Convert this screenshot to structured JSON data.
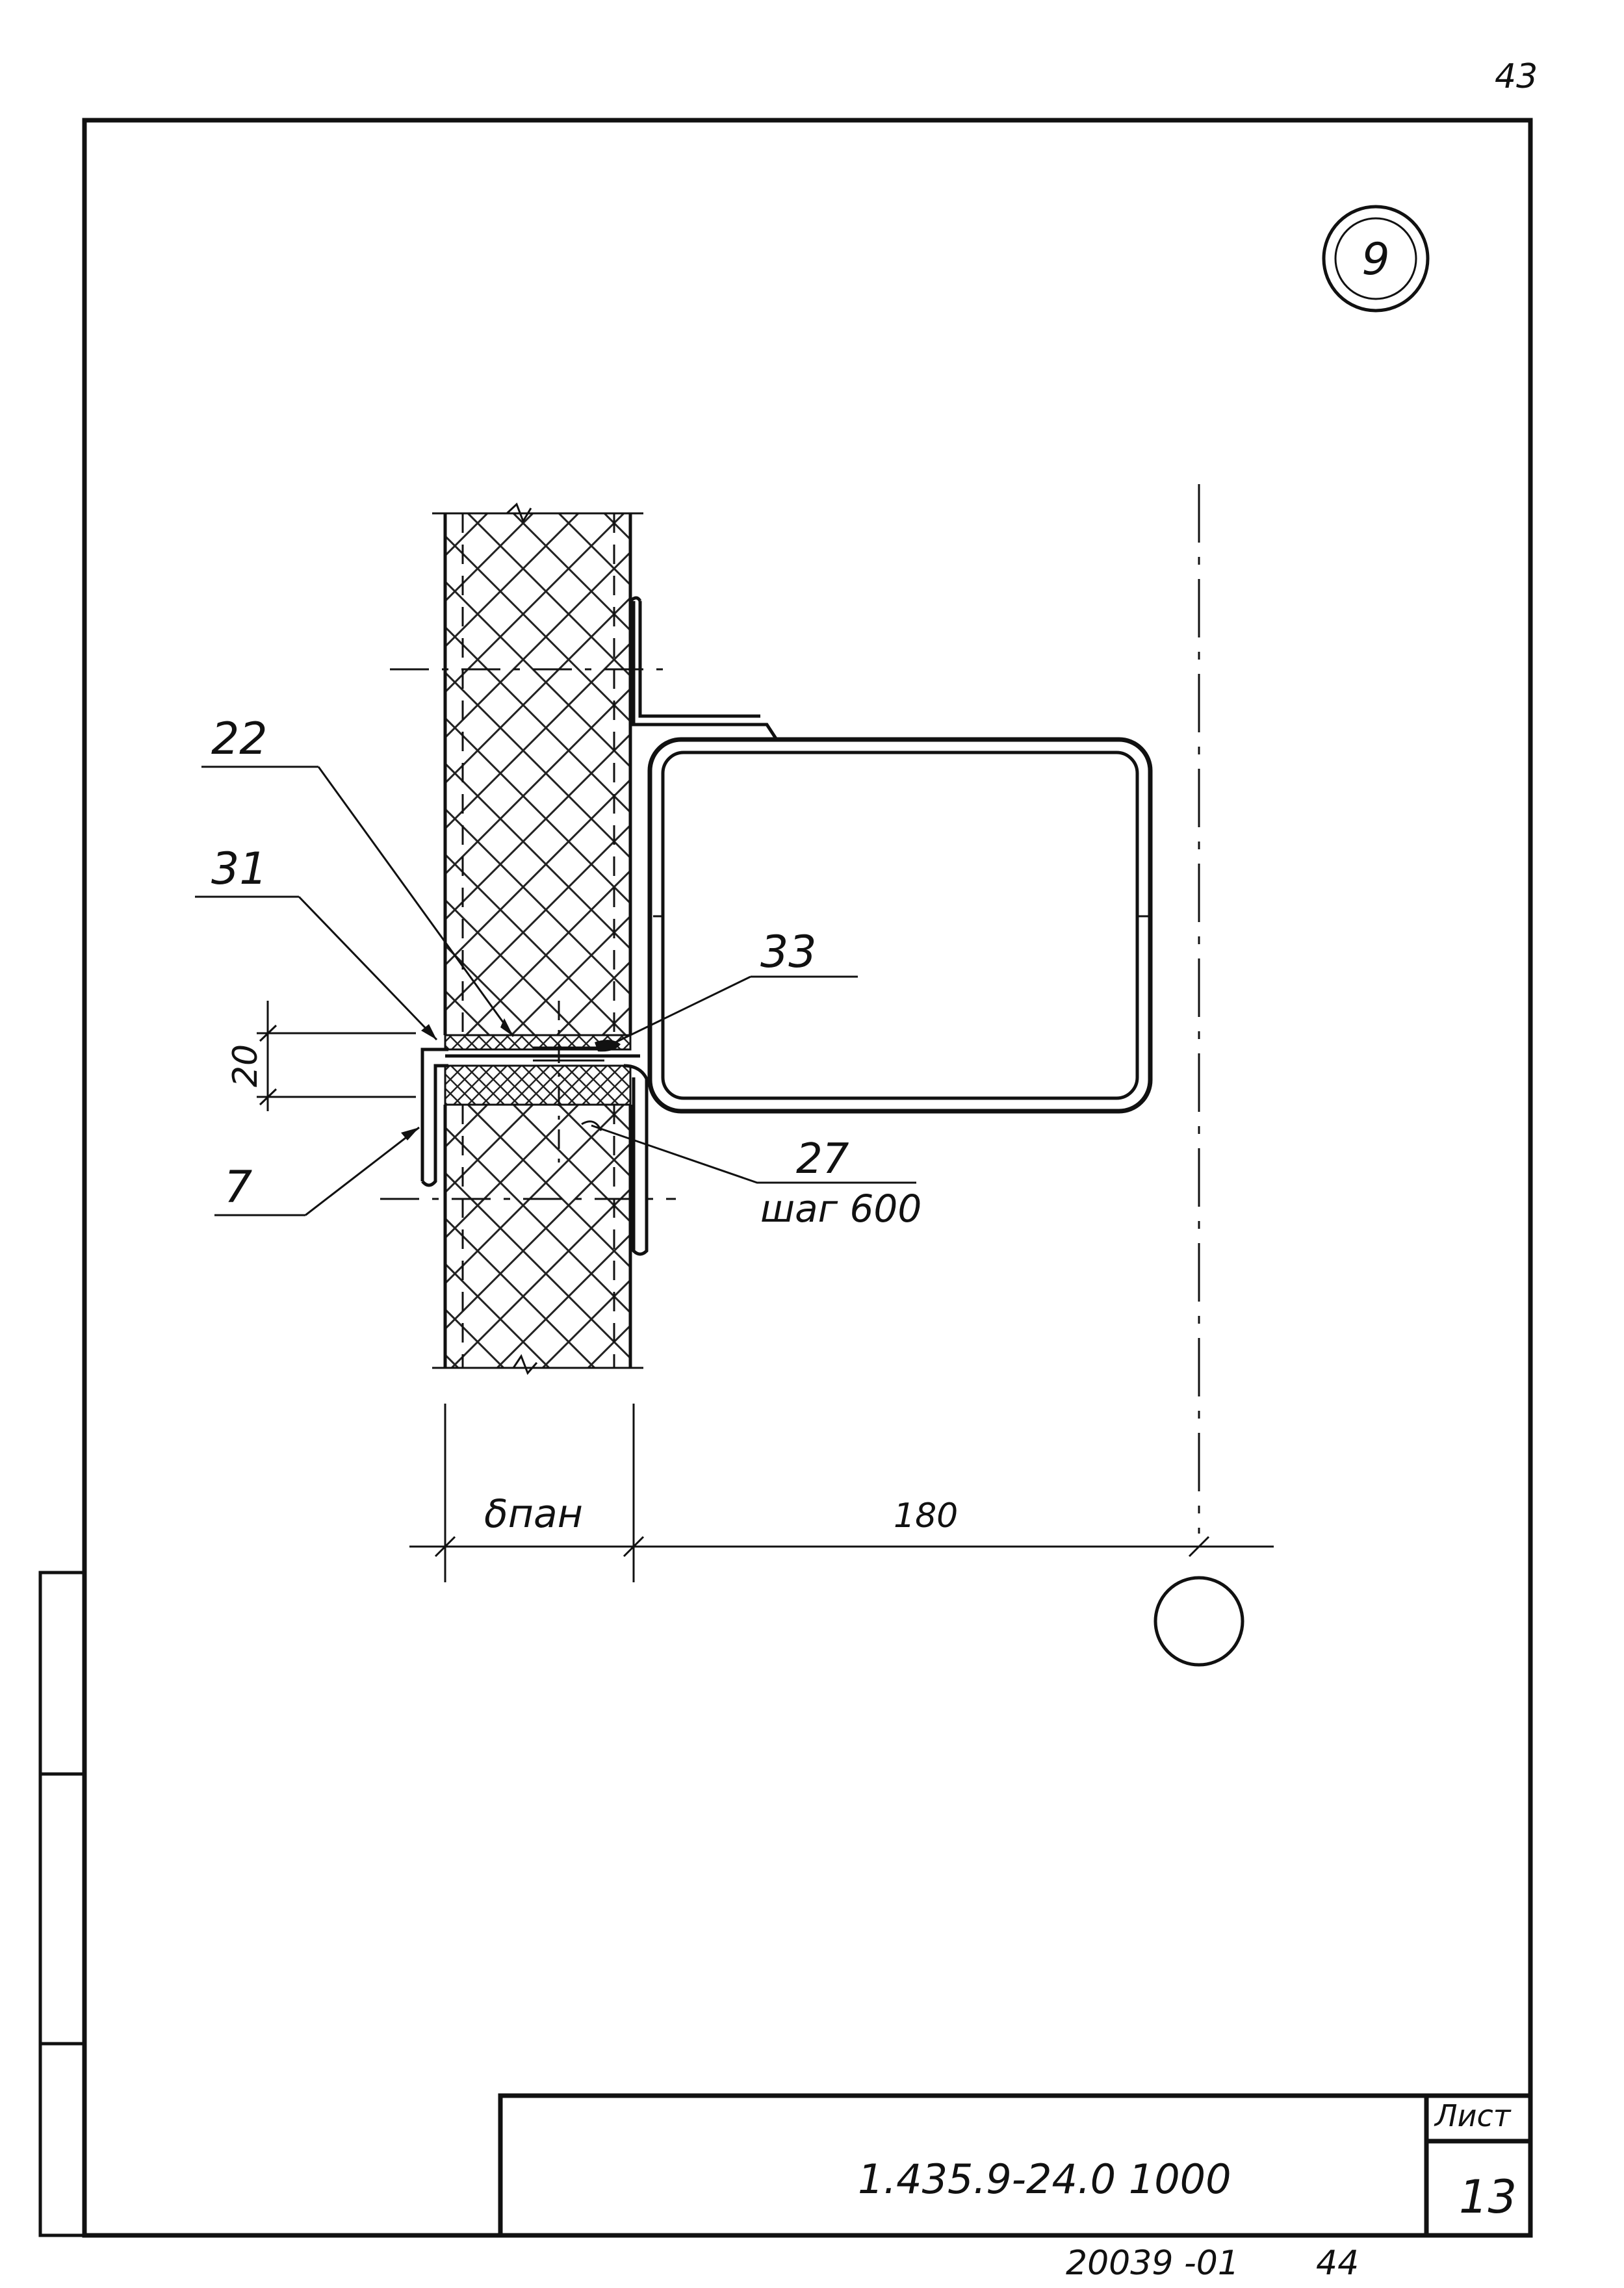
{
  "page": {
    "page_number": "43",
    "detail_marker": "9",
    "footer_code": "20039 -01",
    "footer_sheet": "44"
  },
  "labels": {
    "l22": "22",
    "l31": "31",
    "l33": "33",
    "l20": "20",
    "l7": "7",
    "l27": "27",
    "l27b": "шаг 600",
    "dim_panel": "δпан",
    "dim_180": "180"
  },
  "title_block": {
    "document_code": "1.435.9-24.0 1000",
    "sheet_label": "Лист",
    "sheet_number": "13"
  }
}
